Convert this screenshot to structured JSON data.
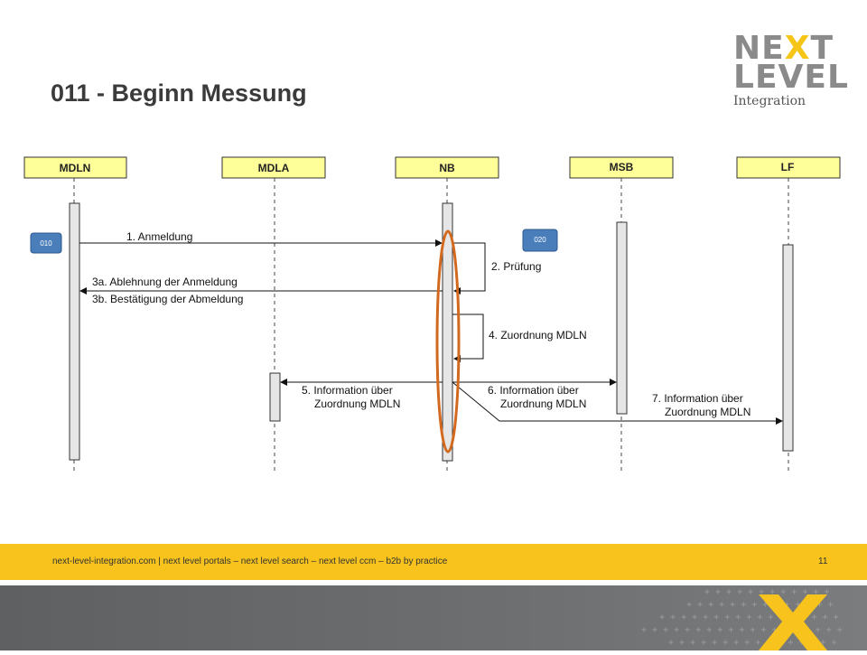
{
  "title": "011 - Beginn Messung",
  "logo": {
    "line1_a": "NE",
    "line1_x": "X",
    "line1_b": "T",
    "line2": "LEVEL",
    "line3": "Integration"
  },
  "lifelines": [
    {
      "label": "MDLN"
    },
    {
      "label": "MDLA"
    },
    {
      "label": "NB"
    },
    {
      "label": "MSB"
    },
    {
      "label": "LF"
    }
  ],
  "badges": {
    "b010": "010",
    "b020": "020"
  },
  "messages": {
    "m1": "1. Anmeldung",
    "m2": "2. Prüfung",
    "m3a": "3a. Ablehnung der Anmeldung",
    "m3b": "3b. Bestätigung der Abmeldung",
    "m4": "4. Zuordnung MDLN",
    "m5_l1": "5. Information über",
    "m5_l2": "Zuordnung MDLN",
    "m6_l1": "6. Information über",
    "m6_l2": "Zuordnung MDLN",
    "m7_l1": "7. Information über",
    "m7_l2": "Zuordnung MDLN"
  },
  "colors": {
    "lifeline_box": "#ffff99",
    "badge": "#4a7ebb",
    "highlight": "#d2691e",
    "footer": "#f7c31c"
  },
  "footer": {
    "text": "next-level-integration.com | next level portals –  next level search – next level ccm – b2b by practice",
    "page": "11"
  }
}
